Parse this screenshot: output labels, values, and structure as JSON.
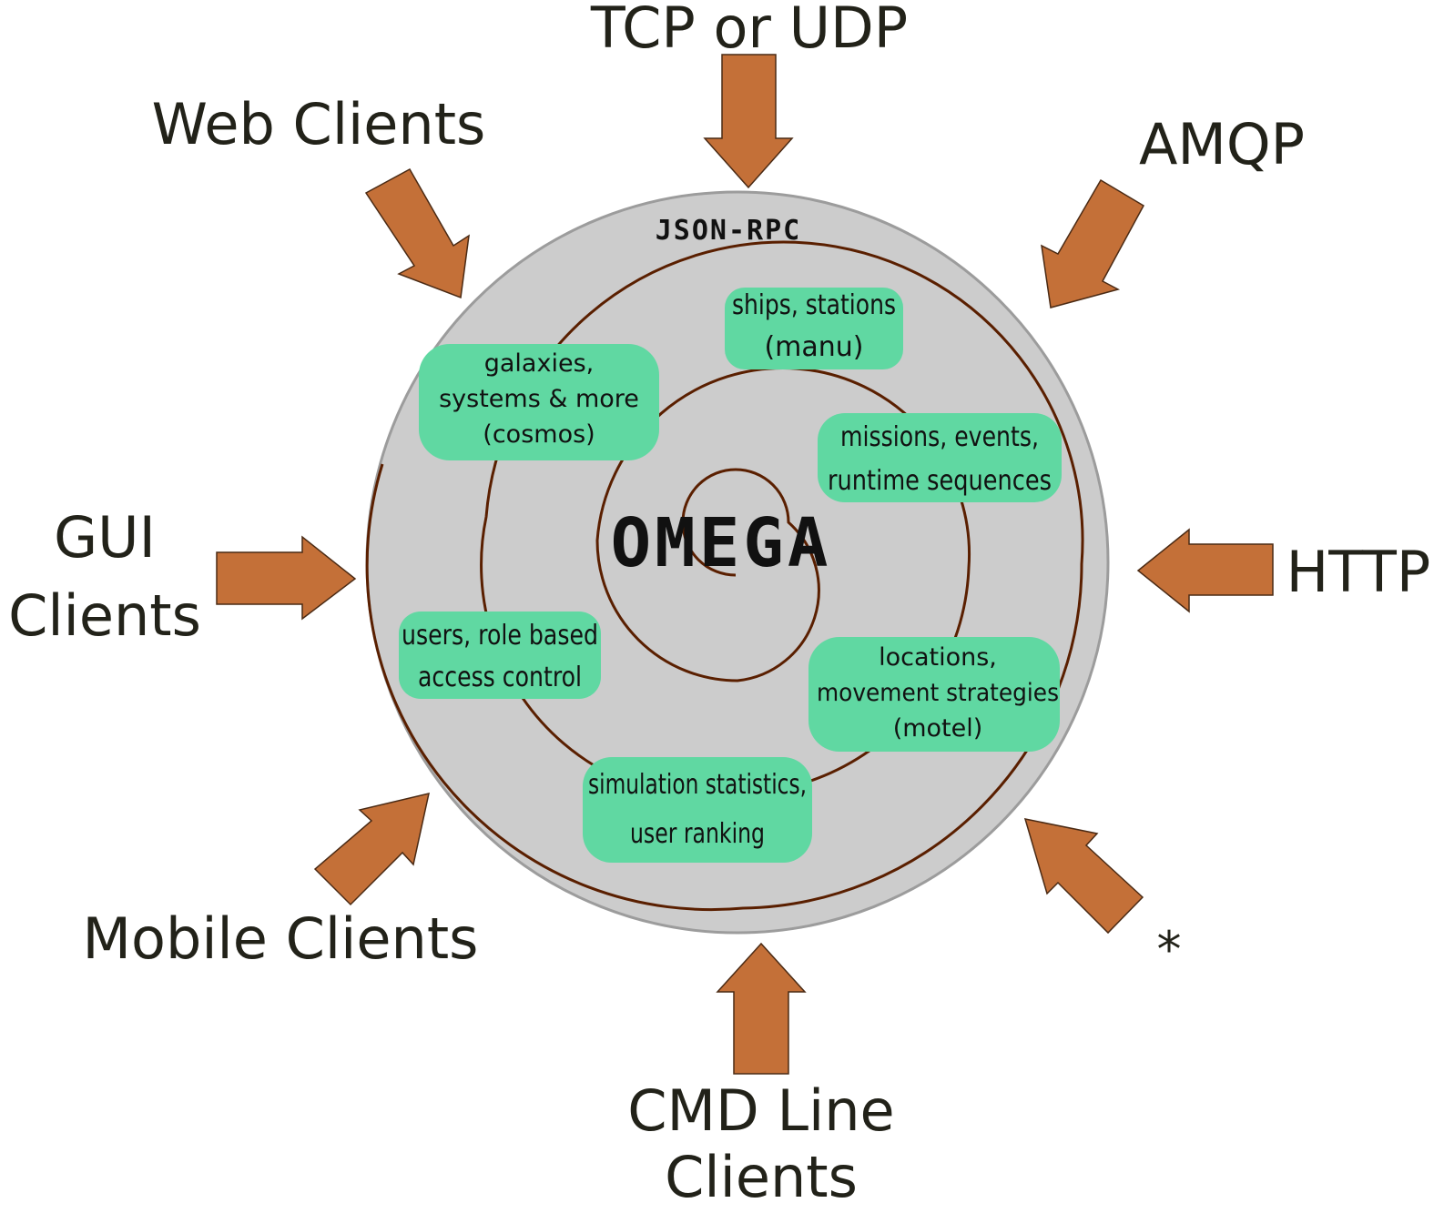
{
  "core": {
    "logo": "OMEGA",
    "protocol_badge": "JSON-RPC"
  },
  "transports": {
    "top": "TCP or UDP",
    "top_right": "AMQP",
    "right": "HTTP",
    "bottom_right": "*"
  },
  "clients": {
    "web": "Web Clients",
    "gui_line1": "GUI",
    "gui_line2": "Clients",
    "mobile": "Mobile Clients",
    "cmd_line1": "CMD Line",
    "cmd_line2": "Clients"
  },
  "modules": {
    "cosmos": [
      "galaxies,",
      "systems & more",
      "(cosmos)"
    ],
    "manu": [
      "ships, stations",
      "(manu)"
    ],
    "missions": [
      "missions, events,",
      "runtime sequences"
    ],
    "users": [
      "users, role based",
      "access control"
    ],
    "motel": [
      "locations,",
      "movement strategies",
      "(motel)"
    ],
    "stats": [
      "simulation statistics,",
      "user ranking"
    ]
  },
  "colors": {
    "arrow": "#c47038",
    "module": "#60d8a2",
    "disc": "#cccccc",
    "spiral": "#5a1f00",
    "label": "#222219"
  }
}
